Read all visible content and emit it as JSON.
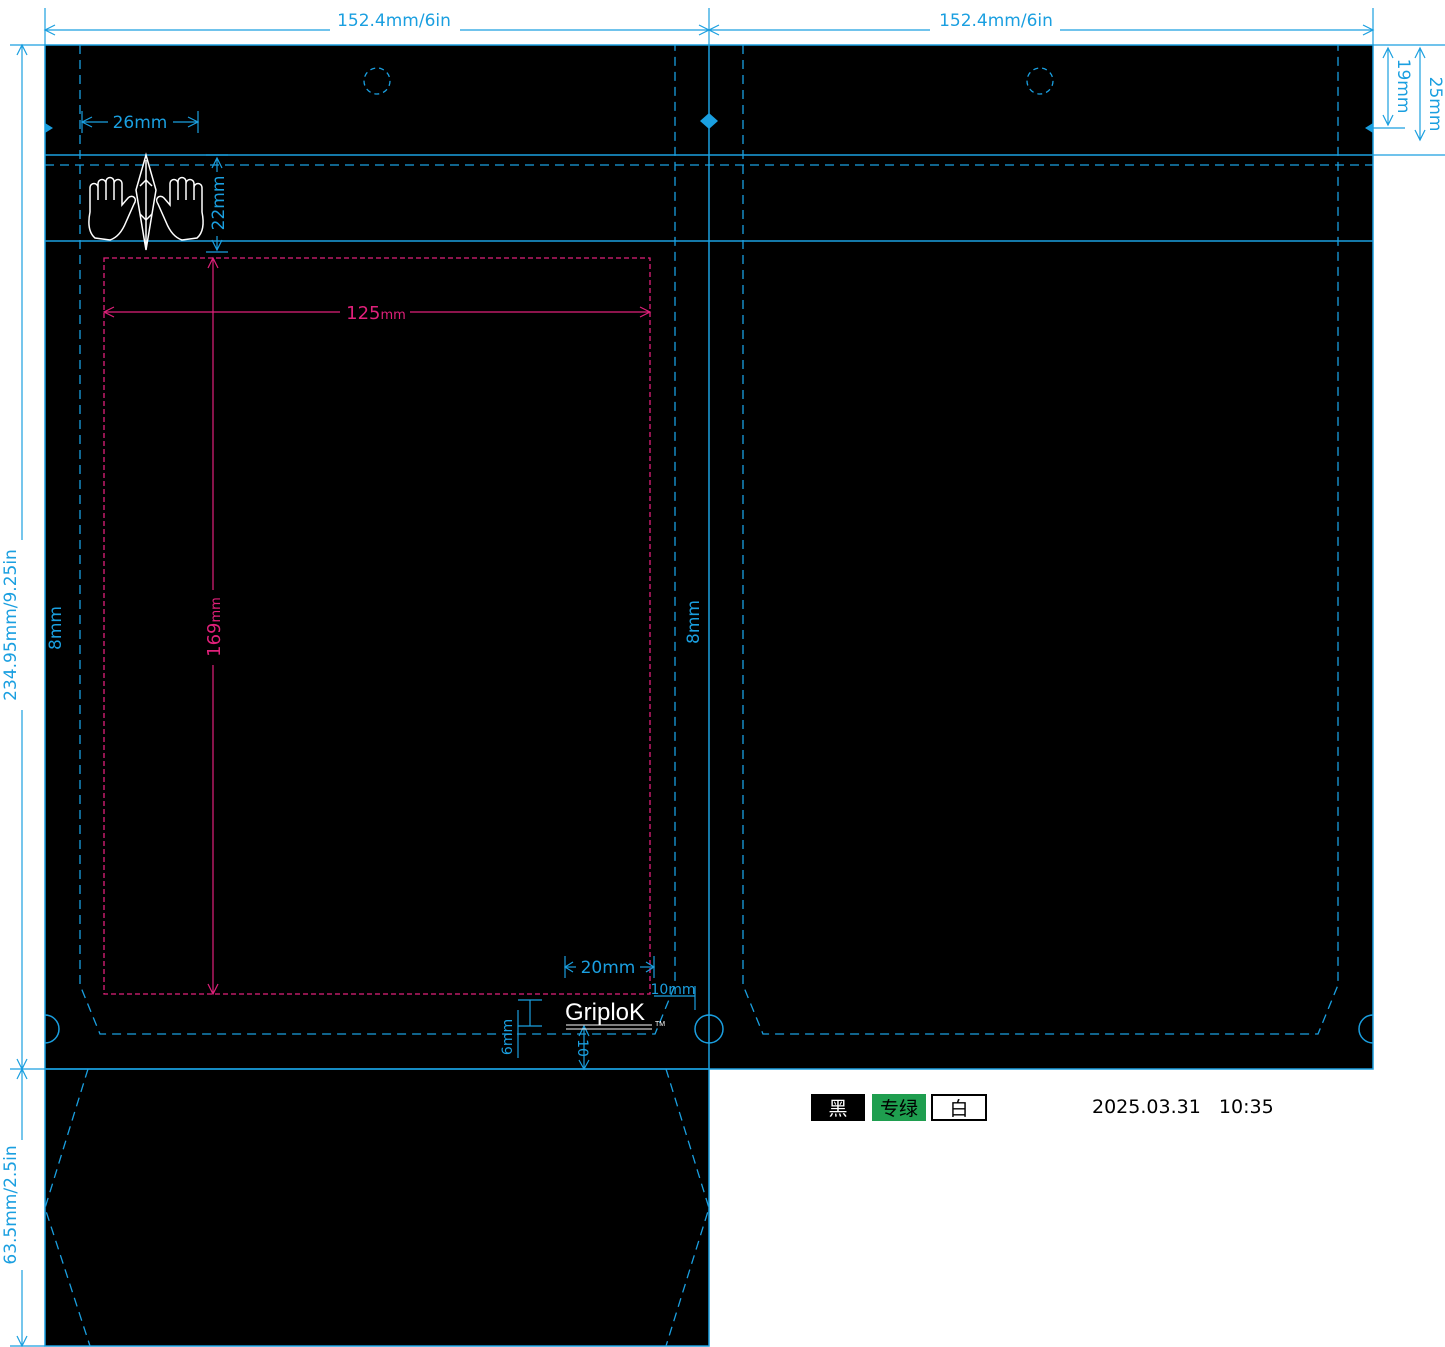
{
  "dimensions": {
    "panel_width_left": "152.4mm/6in",
    "panel_width_right": "152.4mm/6in",
    "total_height": "234.95mm/9.25in",
    "gusset_height": "63.5mm/2.5in",
    "tear_notch_offset": "26mm",
    "zipper_offset": "22mm",
    "hang_hole_19": "19mm",
    "hang_hole_25": "25mm",
    "print_width": "125",
    "print_width_unit": "mm",
    "print_height": "169",
    "print_height_unit": "mm",
    "seal_left": "8mm",
    "seal_right": "8mm",
    "logo_width": "20mm",
    "logo_side": "10mm",
    "logo_height": "6mm",
    "logo_bottom": "10"
  },
  "logo": {
    "text": "GriploK",
    "tm": "TM"
  },
  "color_swatches": {
    "black": "黑",
    "spot_green": "专绿",
    "white": "白"
  },
  "timestamp": "2025.03.31   10:35",
  "colors": {
    "dieline": "#1a9fe0",
    "print_area": "#e0207a",
    "bag": "#000000",
    "spot_green": "#1f9e4f"
  }
}
